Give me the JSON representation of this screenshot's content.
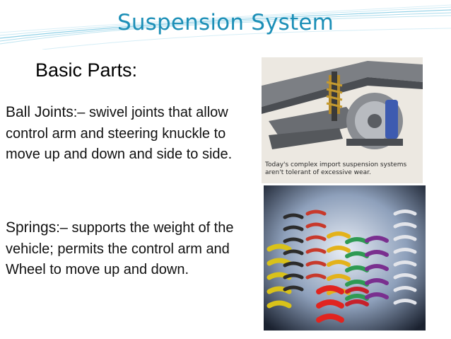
{
  "slide": {
    "title": "Suspension System",
    "subtitle": "Basic Parts:",
    "items": [
      {
        "term": "Ball Joints",
        "separator": ":–",
        "description": " swivel joints that allow control arm and steering knuckle to move up and down and side to side."
      },
      {
        "term": "Springs",
        "separator": ":–",
        "description": " supports the weight of the vehicle; permits the control arm and Wheel to move up and down."
      }
    ]
  },
  "images": {
    "top_caption": "Today's complex import suspension systems aren't tolerant of excessive wear."
  },
  "colors": {
    "title": "#1c8fb7",
    "swoosh": "#8fd0e6"
  }
}
